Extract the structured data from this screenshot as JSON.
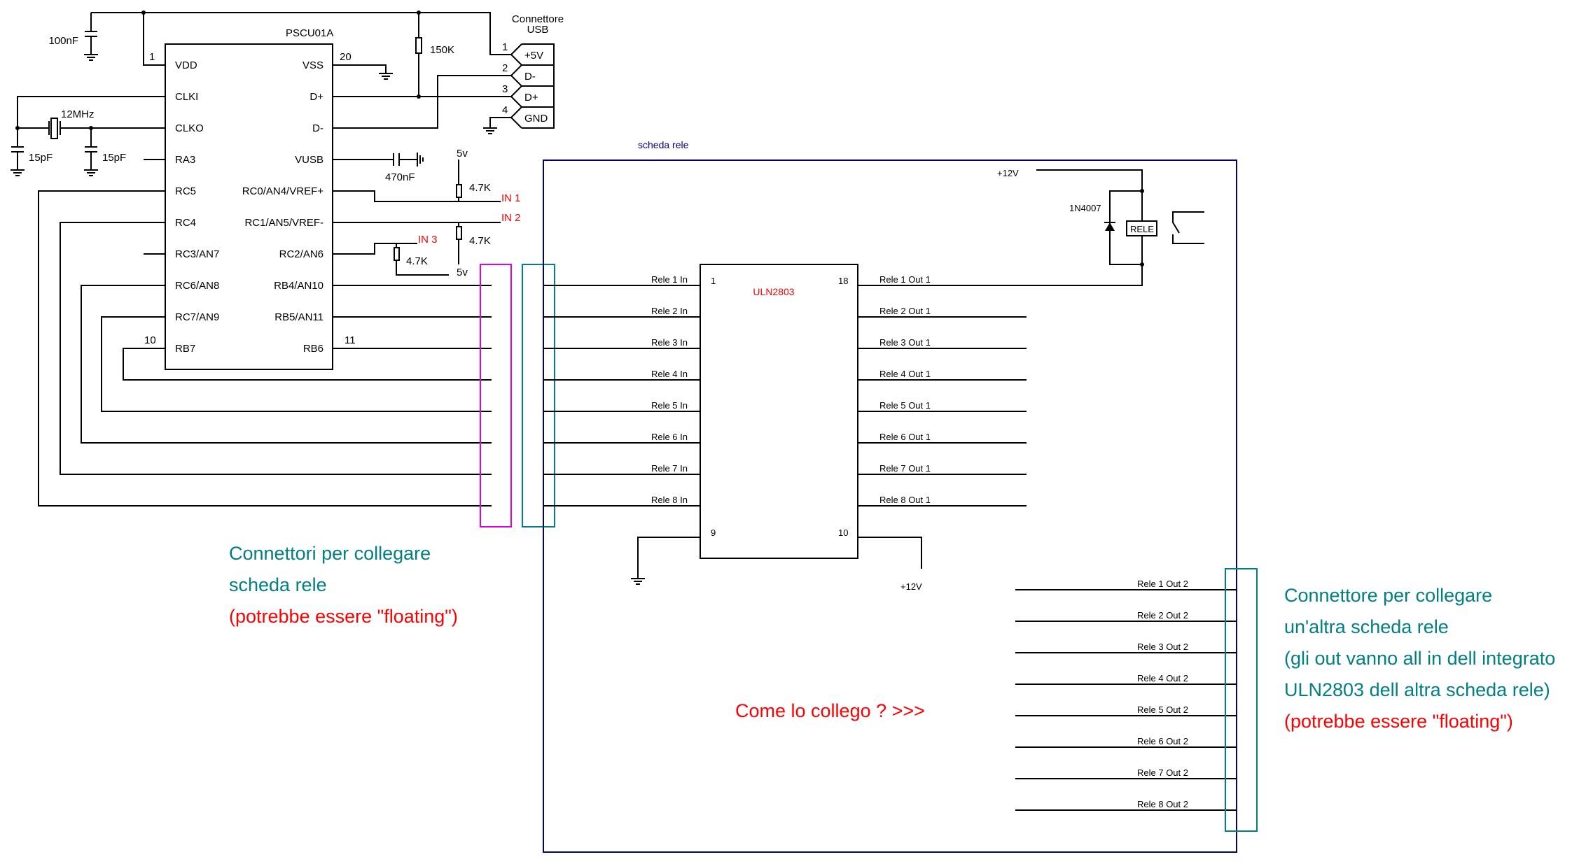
{
  "colors": {
    "wire": "#000000",
    "board_border": "#000080",
    "connector_left": "#e000e0",
    "connector_teal": "#008080",
    "note_teal": "#008080",
    "note_red": "#ff0000"
  },
  "mcu": {
    "name": "PSCU01A",
    "pin_numbers": {
      "vdd": "1",
      "vss": "20",
      "rb7": "10",
      "rb6": "11"
    },
    "left_pins": [
      "VDD",
      "CLKI",
      "CLKO",
      "RA3",
      "RC5",
      "RC4",
      "RC3/AN7",
      "RC6/AN8",
      "RC7/AN9",
      "RB7"
    ],
    "right_pins": [
      "VSS",
      "D+",
      "D-",
      "VUSB",
      "RC0/AN4/VREF+",
      "RC1/AN5/VREF-",
      "RC2/AN6",
      "RB4/AN10",
      "RB5/AN11",
      "RB6"
    ]
  },
  "components": {
    "decoupling_cap": "100nF",
    "crystal": "12MHz",
    "load_cap_1": "15pF",
    "load_cap_2": "15pF",
    "pullup_usb": "150K",
    "vusb_cap": "470nF",
    "r_in1": "4.7K",
    "r_in2": "4.7K",
    "r_in3": "4.7K",
    "supply_in1": "5v",
    "supply_in2": "5v",
    "diode": "1N4007",
    "relay": "RELE"
  },
  "inputs": {
    "in1": "IN 1",
    "in2": "IN 2",
    "in3": "IN 3"
  },
  "usb": {
    "title_line1": "Connettore",
    "title_line2": "USB",
    "pins": [
      {
        "num": "1",
        "label": "+5V"
      },
      {
        "num": "2",
        "label": "D-"
      },
      {
        "num": "3",
        "label": "D+"
      },
      {
        "num": "4",
        "label": "GND"
      }
    ]
  },
  "board": {
    "title": "scheda rele",
    "driver": {
      "name": "ULN2803",
      "pin_in1": "1",
      "pin_out1": "18",
      "pin_gnd": "9",
      "pin_com": "10"
    },
    "supply_relay": "+12V",
    "supply_com": "+12V",
    "inputs": [
      "Rele 1 In",
      "Rele 2 In",
      "Rele 3 In",
      "Rele 4 In",
      "Rele 5 In",
      "Rele 6 In",
      "Rele 7 In",
      "Rele 8 In"
    ],
    "outputs_1": [
      "Rele 1 Out 1",
      "Rele 2 Out 1",
      "Rele 3 Out 1",
      "Rele 4 Out 1",
      "Rele 5 Out 1",
      "Rele 6 Out 1",
      "Rele 7 Out 1",
      "Rele 8 Out 1"
    ],
    "outputs_2": [
      "Rele 1 Out 2",
      "Rele 2 Out 2",
      "Rele 3 Out 2",
      "Rele 4 Out 2",
      "Rele 5 Out 2",
      "Rele 6 Out 2",
      "Rele 7 Out 2",
      "Rele 8 Out 2"
    ]
  },
  "notes": {
    "left": {
      "line1": "Connettori per collegare",
      "line2": "scheda rele",
      "line3": "(potrebbe essere \"floating\")"
    },
    "center": "Come lo collego ? >>>",
    "right": {
      "line1": "Connettore per collegare",
      "line2": "un'altra scheda rele",
      "line3": "(gli out vanno all in dell integrato",
      "line4": "ULN2803 dell altra scheda rele)",
      "line5": "(potrebbe essere \"floating\")"
    }
  }
}
